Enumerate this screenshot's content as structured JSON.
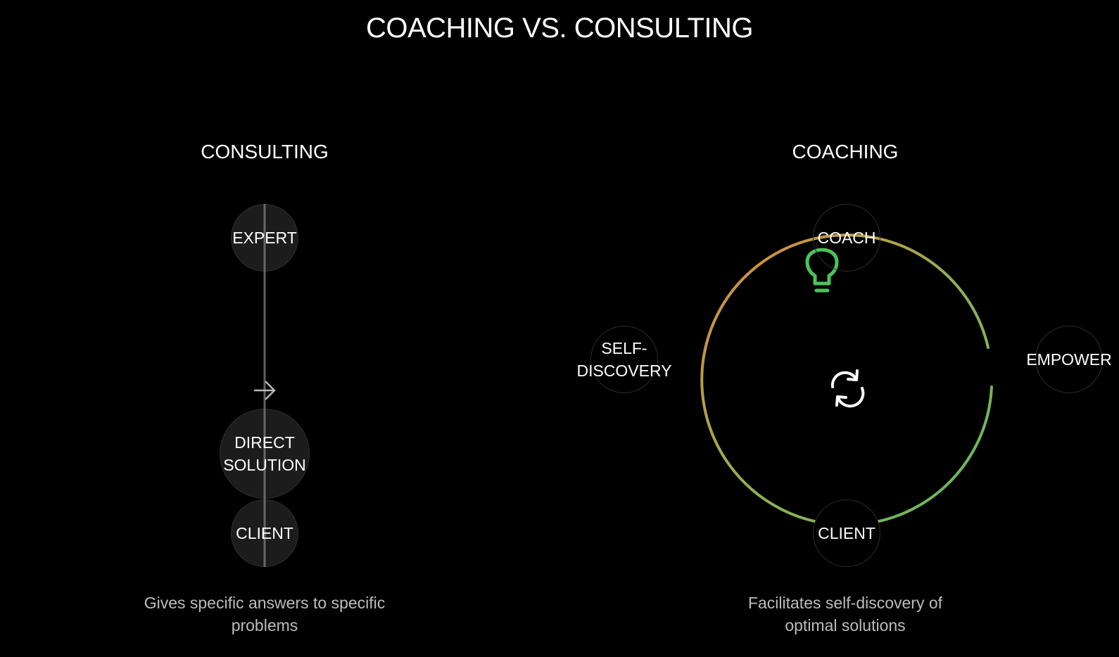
{
  "title": "COACHING VS. CONSULTING",
  "consulting": {
    "heading": "CONSULTING",
    "nodes": {
      "expert": "EXPERT",
      "direct_solution_line1": "DIRECT",
      "direct_solution_line2": "SOLUTION",
      "client": "CLIENT"
    },
    "caption_line1": "Gives specific answers to specific",
    "caption_line2": "problems"
  },
  "coaching": {
    "heading": "COACHING",
    "nodes": {
      "coach": "COACH",
      "self_discovery_line1": "SELF-",
      "self_discovery_line2": "DISCOVERY",
      "empower": "EMPOWER",
      "client": "CLIENT"
    },
    "caption_line1": "Facilitates self-discovery of",
    "caption_line2": "optimal solutions"
  },
  "icons": {
    "arrow": "arrow-right-icon",
    "bulb": "lightbulb-icon",
    "cycle": "refresh-cycle-icon"
  },
  "colors": {
    "background": "#000000",
    "ring_start": "#e0883a",
    "ring_end": "#5fb85f",
    "bulb": "#4cc35a"
  }
}
